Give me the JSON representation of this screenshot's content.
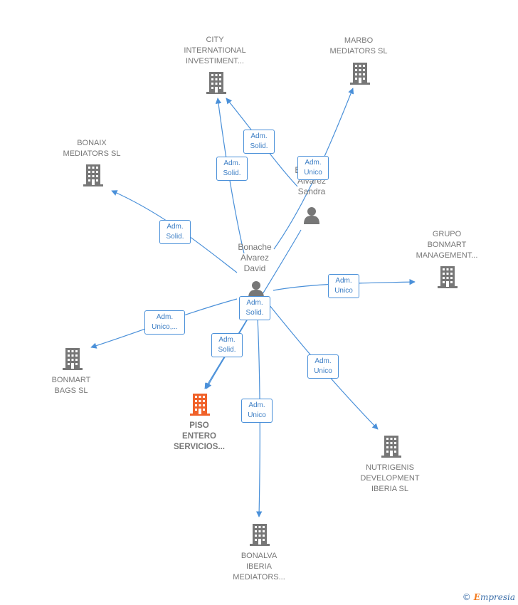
{
  "colors": {
    "edge": "#4a90d9",
    "company": "#777777",
    "highlight": "#f0622a",
    "person": "#777777"
  },
  "companies": [
    {
      "id": "city",
      "lines": [
        "CITY",
        "INTERNATIONAL",
        "INVESTIMENT..."
      ],
      "icon": "building-icon",
      "highlight": false
    },
    {
      "id": "marbo",
      "lines": [
        "MARBO",
        "MEDIATORS SL"
      ],
      "icon": "building-icon",
      "highlight": false
    },
    {
      "id": "bonaix",
      "lines": [
        "BONAIX",
        "MEDIATORS SL"
      ],
      "icon": "building-icon",
      "highlight": false
    },
    {
      "id": "grupo",
      "lines": [
        "GRUPO",
        "BONMART",
        "MANAGEMENT..."
      ],
      "icon": "building-icon",
      "highlight": false
    },
    {
      "id": "bonmart",
      "lines": [
        "BONMART",
        "BAGS SL"
      ],
      "icon": "building-icon",
      "highlight": false
    },
    {
      "id": "piso",
      "lines": [
        "PISO",
        "ENTERO",
        "SERVICIOS..."
      ],
      "icon": "building-icon",
      "highlight": true
    },
    {
      "id": "nutri",
      "lines": [
        "NUTRIGENIS",
        "DEVELOPMENT",
        "IBERIA SL"
      ],
      "icon": "building-icon",
      "highlight": false
    },
    {
      "id": "bonalva",
      "lines": [
        "BONALVA",
        "IBERIA",
        "MEDIATORS..."
      ],
      "icon": "building-icon",
      "highlight": false
    }
  ],
  "persons": [
    {
      "id": "sandra",
      "lines": [
        "Bonache",
        "Alvarez",
        "Sandra"
      ],
      "icon": "person-icon"
    },
    {
      "id": "david",
      "lines": [
        "Bonache",
        "Alvarez",
        "David"
      ],
      "icon": "person-icon"
    }
  ],
  "edges": [
    {
      "id": "e1",
      "label": [
        "Adm.",
        "Solid."
      ]
    },
    {
      "id": "e2",
      "label": [
        "Adm.",
        "Solid."
      ]
    },
    {
      "id": "e3",
      "label": [
        "Adm.",
        "Unico"
      ]
    },
    {
      "id": "e4",
      "label": [
        "Adm.",
        "Solid."
      ]
    },
    {
      "id": "e5",
      "label": [
        "Adm.",
        "Unico"
      ]
    },
    {
      "id": "e6",
      "label": [
        "Adm.",
        "Unico,..."
      ]
    },
    {
      "id": "e7",
      "label": [
        "Adm.",
        "Solid."
      ]
    },
    {
      "id": "e8",
      "label": [
        "Adm.",
        "Solid."
      ]
    },
    {
      "id": "e9",
      "label": [
        "Adm.",
        "Unico"
      ]
    },
    {
      "id": "e10",
      "label": [
        "Adm.",
        "Unico"
      ]
    }
  ],
  "watermark": {
    "symbol": "©",
    "first": "E",
    "rest": "mpresia"
  }
}
